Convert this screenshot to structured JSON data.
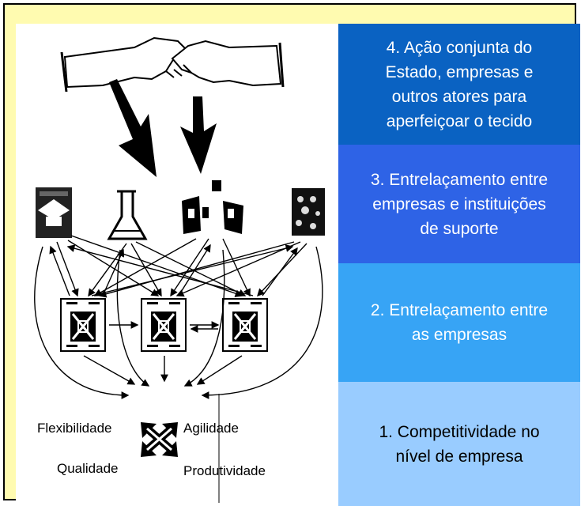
{
  "outcomes": {
    "flexibility": "Flexibilidade",
    "agility": "Agilidade",
    "quality": "Qualidade",
    "productivity": "Produtividade"
  },
  "levels": [
    {
      "text": "4. Ação conjunta do\nEstado, empresas e\noutros atores para\naperfeiçoar o tecido",
      "color": "#0a62c2"
    },
    {
      "text": "3. Entrelaçamento entre\nempresas e instituições\nde suporte",
      "color": "#2e63e6"
    },
    {
      "text": "2. Entrelaçamento entre\nas empresas",
      "color": "#37a4f5"
    },
    {
      "text": "1. Competitividade no\nnível de empresa",
      "color": "#99ccff"
    }
  ],
  "colors": {
    "background": "#fffbb0",
    "ink": "#000000"
  },
  "icons": [
    "handshake-icon",
    "graduation-cap-icon",
    "flask-icon",
    "industry-blocks-icon",
    "data-panel-icon",
    "firm-box-icon"
  ]
}
